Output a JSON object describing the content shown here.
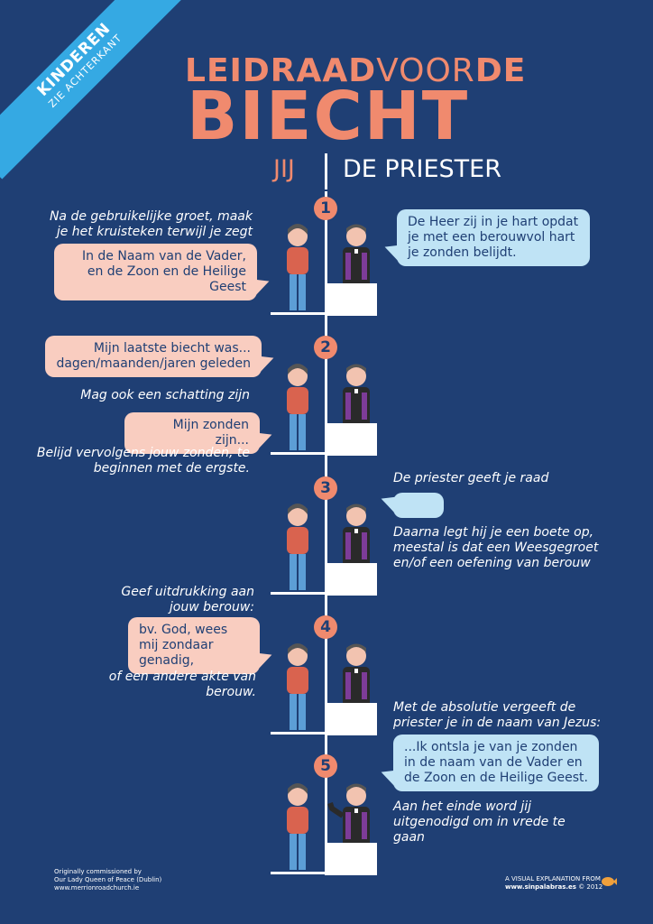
{
  "banner": {
    "line1": "KINDEREN",
    "line2": "ZIE ACHTERKANT"
  },
  "title": {
    "part1": "LEIDRAAD",
    "part2": "VOOR",
    "part3": "DE",
    "big": "BIECHT"
  },
  "columns": {
    "left": "JIJ",
    "right": "DE PRIESTER"
  },
  "colors": {
    "background": "#1f3f74",
    "accent": "#f08a6e",
    "pink_bubble": "#f9cdc0",
    "blue_bubble": "#bfe3f5",
    "banner": "#35a9e3"
  },
  "steps": [
    {
      "number": "1",
      "left_intro": "Na de gebruikelijke groet, maak je het kruisteken terwijl je zegt",
      "left_bubble": "In de Naam van de Vader, en de Zoon en de Heilige Geest",
      "right_bubble": "De Heer zij in je hart opdat je met een berouwvol hart je zonden belijdt."
    },
    {
      "number": "2",
      "left_bubble_1": "Mijn laatste biecht was... dagen/maanden/jaren geleden",
      "left_note": "Mag ook een schatting zijn",
      "left_bubble_2": "Mijn zonden zijn...",
      "left_outro": "Belijd vervolgens jouw zonden, te beginnen met de ergste."
    },
    {
      "number": "3",
      "right_intro": "De priester geeft je raad",
      "right_outro": "Daarna legt hij je een boete op, meestal is dat een Weesgegroet en/of een oefening van berouw"
    },
    {
      "number": "4",
      "left_intro": "Geef uitdrukking aan jouw berouw:",
      "left_bubble": "bv. God, wees mij zondaar genadig,",
      "left_outro": "of een andere akte van berouw.",
      "right_intro": "Met de absolutie vergeeft de priester je in de naam van Jezus:"
    },
    {
      "number": "5",
      "right_bubble": "...Ik ontsla je van je zonden in de naam van de Vader en de Zoon en de Heilige Geest.",
      "right_outro": "Aan het einde word jij uitgenodigd om in vrede te gaan"
    }
  ],
  "footer": {
    "left_1": "Originally commissioned by",
    "left_2": "Our Lady Queen of Peace (Dublin)",
    "left_3": "www.merrionroadchurch.ie",
    "right_1": "A VISUAL EXPLANATION FROM",
    "right_2": "www.sinpalabras.es",
    "right_3": "© 2012"
  }
}
